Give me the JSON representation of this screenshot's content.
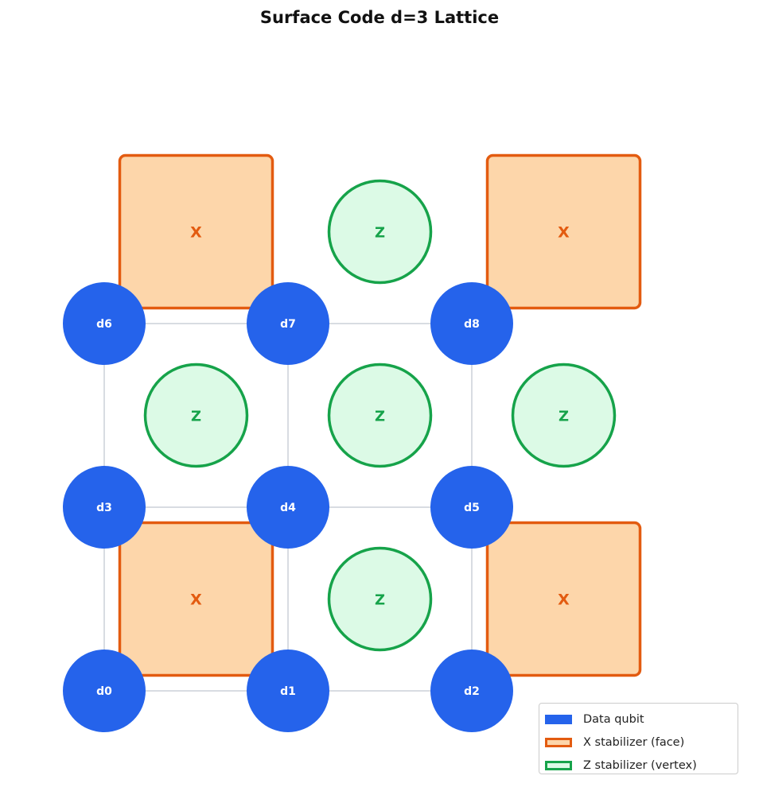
{
  "title": "Surface Code d=3 Lattice",
  "colors": {
    "data_fill": "#2563eb",
    "x_fill": "#fdd6aa",
    "x_stroke": "#e35b10",
    "z_fill": "#dcfae6",
    "z_stroke": "#16a34a",
    "edge": "#cbd0d8"
  },
  "data_qubits": [
    {
      "label": "d0",
      "row": 0,
      "col": 0
    },
    {
      "label": "d1",
      "row": 0,
      "col": 1
    },
    {
      "label": "d2",
      "row": 0,
      "col": 2
    },
    {
      "label": "d3",
      "row": 1,
      "col": 0
    },
    {
      "label": "d4",
      "row": 1,
      "col": 1
    },
    {
      "label": "d5",
      "row": 1,
      "col": 2
    },
    {
      "label": "d6",
      "row": 2,
      "col": 0
    },
    {
      "label": "d7",
      "row": 2,
      "col": 1
    },
    {
      "label": "d8",
      "row": 2,
      "col": 2
    }
  ],
  "x_stabilizers": [
    {
      "label": "X",
      "row": 2.5,
      "col": 0.5
    },
    {
      "label": "X",
      "row": 2.5,
      "col": 2.5
    },
    {
      "label": "X",
      "row": 0.5,
      "col": 0.5
    },
    {
      "label": "X",
      "row": 0.5,
      "col": 2.5
    }
  ],
  "z_stabilizers": [
    {
      "label": "Z",
      "row": 2.5,
      "col": 1.5
    },
    {
      "label": "Z",
      "row": 1.5,
      "col": 0.5
    },
    {
      "label": "Z",
      "row": 1.5,
      "col": 1.5
    },
    {
      "label": "Z",
      "row": 1.5,
      "col": 2.5
    },
    {
      "label": "Z",
      "row": 0.5,
      "col": 1.5
    }
  ],
  "legend": {
    "data": "Data qubit",
    "x": "X stabilizer (face)",
    "z": "Z stabilizer (vertex)"
  }
}
